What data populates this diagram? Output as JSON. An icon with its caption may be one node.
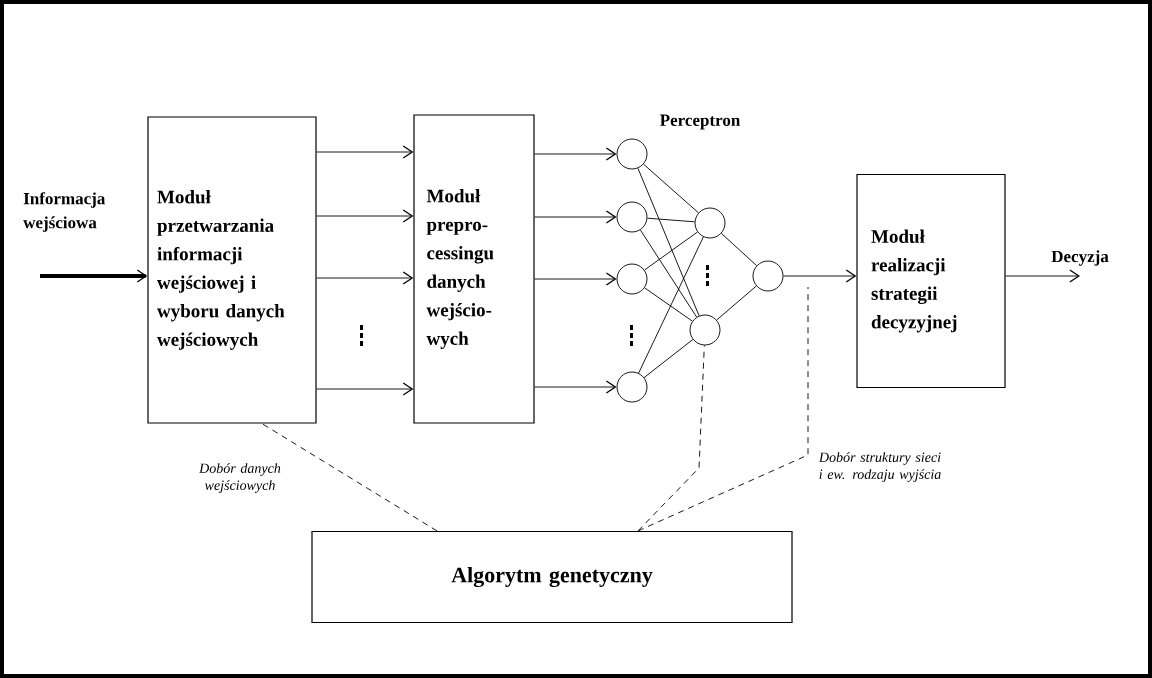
{
  "diagram": {
    "nodes": [
      {
        "text": [
          "Moduł przetwarzania informacji wejściowej i wyboru danych wejściowych"
        ]
      },
      {
        "text": [
          "Moduł prepro- cessingu danych wejścio- wych"
        ]
      },
      {
        "text": [],
        "shape": "circle"
      },
      {
        "text": [],
        "shape": "circle"
      },
      {
        "text": [],
        "shape": "circle"
      },
      {
        "text": [],
        "shape": "circle"
      },
      {
        "text": [],
        "shape": "circle"
      },
      {
        "text": [],
        "shape": "circle"
      },
      {
        "text": [],
        "shape": "circle"
      },
      {
        "text": [
          "Moduł realizacji strategii decyzyjnej"
        ]
      },
      {
        "text": [
          "Algorytm genetyczny"
        ]
      }
    ],
    "edges": [
      {
        "from": null,
        "to": 0,
        "arrow": "to",
        "label": "Informacja wejściowa",
        "style": "thick"
      },
      {
        "from": 0,
        "to": 1,
        "arrow": "to"
      },
      {
        "from": 0,
        "to": 1,
        "arrow": "to"
      },
      {
        "from": 0,
        "to": 1,
        "arrow": "to"
      },
      {
        "from": 0,
        "to": 1,
        "arrow": "to"
      },
      {
        "from": 1,
        "to": 2,
        "arrow": "to"
      },
      {
        "from": 1,
        "to": 3,
        "arrow": "to"
      },
      {
        "from": 1,
        "to": 4,
        "arrow": "to"
      },
      {
        "from": 1,
        "to": 5,
        "arrow": "to"
      },
      {
        "from": 2,
        "to": 6,
        "arrow": "none"
      },
      {
        "from": 2,
        "to": 7,
        "arrow": "none"
      },
      {
        "from": 3,
        "to": 6,
        "arrow": "none"
      },
      {
        "from": 3,
        "to": 7,
        "arrow": "none"
      },
      {
        "from": 4,
        "to": 6,
        "arrow": "none"
      },
      {
        "from": 4,
        "to": 7,
        "arrow": "none"
      },
      {
        "from": 5,
        "to": 6,
        "arrow": "none"
      },
      {
        "from": 5,
        "to": 7,
        "arrow": "none"
      },
      {
        "from": 6,
        "to": 8,
        "arrow": "none"
      },
      {
        "from": 7,
        "to": 8,
        "arrow": "none"
      },
      {
        "from": 8,
        "to": 9,
        "arrow": "to"
      },
      {
        "from": 9,
        "to": null,
        "arrow": "to",
        "label": "Decyzja"
      },
      {
        "from": 10,
        "to": 0,
        "arrow": "none",
        "style": "dashed",
        "label": "Dobór danych wejściowych"
      },
      {
        "from": 10,
        "to": 7,
        "arrow": "none",
        "style": "dashed"
      },
      {
        "from": 10,
        "to": null,
        "arrow": "none",
        "style": "dashed",
        "label": "Dobór struktury sieci i ew. rodzaju wyjścia"
      }
    ],
    "labels": [
      "Perceptron"
    ]
  }
}
